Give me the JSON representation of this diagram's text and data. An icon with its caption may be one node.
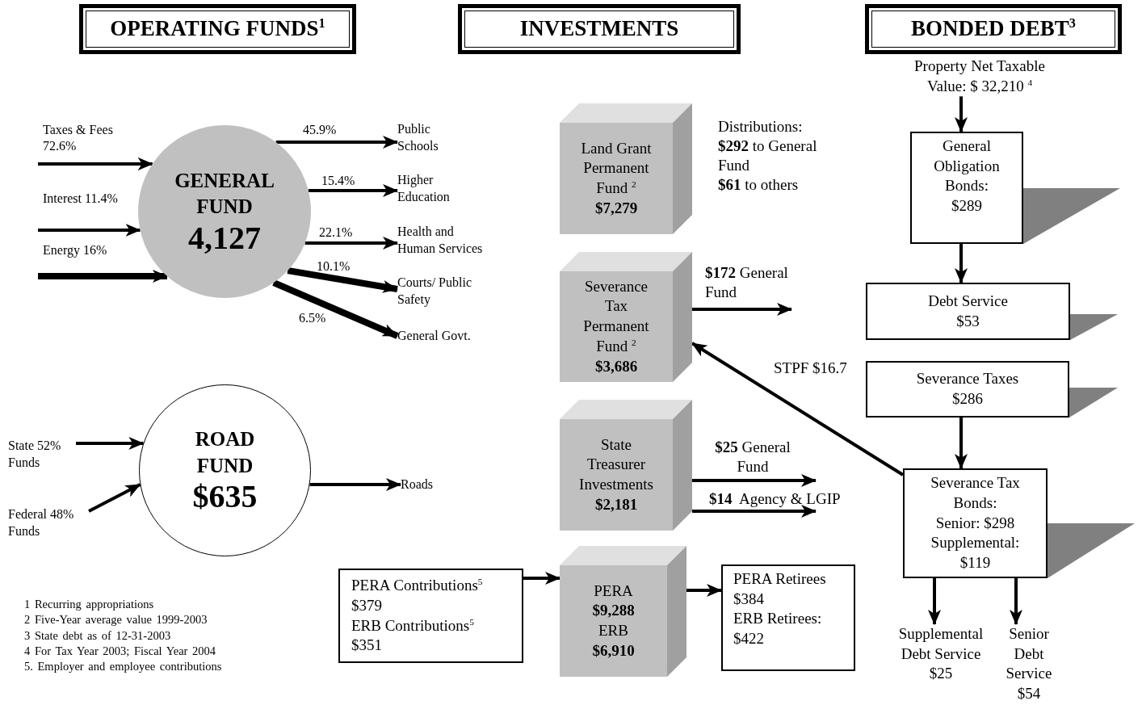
{
  "diagram": {
    "nodes": [
      {
        "text": [
          "OPERATING FUNDS$^{1}$"
        ]
      },
      {
        "text": [
          "INVESTMENTS"
        ]
      },
      {
        "text": [
          "BONDED DEBT$^{3}$"
        ]
      },
      {
        "text": [
          "GENERAL FUND",
          "4,127"
        ]
      },
      {
        "text": [
          "Public Schools"
        ]
      },
      {
        "text": [
          "Higher Education"
        ]
      },
      {
        "text": [
          "Health and Human Services"
        ]
      },
      {
        "text": [
          "Courts/ Public Safety"
        ]
      },
      {
        "text": [
          "General Govt."
        ]
      },
      {
        "text": [
          "ROAD FUND",
          "$635"
        ]
      },
      {
        "text": [
          "State 52% Funds"
        ]
      },
      {
        "text": [
          "Federal 48% Funds"
        ]
      },
      {
        "text": [
          "Roads"
        ]
      },
      {
        "text": [
          "Land Grant Permanent Fund $^{2}$",
          "$7,279"
        ],
        "beside": [
          "Distributions:",
          "**$292** to General Fund",
          "**$61** to others"
        ]
      },
      {
        "text": [
          "Severance Tax Permanent Fund $^{2}$",
          "$3,686"
        ]
      },
      {
        "text": [
          "State Treasurer Investments",
          "$2,181"
        ]
      },
      {
        "text": [
          "PERA",
          "$9,288",
          "ERB",
          "$6,910"
        ]
      },
      {
        "text": [
          "PERA Contributions$^{5}$",
          "$379",
          "ERB Contributions$^{5}$",
          "$351"
        ]
      },
      {
        "text": [
          "PERA Retirees",
          "$384",
          "ERB Retirees:",
          "$422"
        ]
      },
      {
        "text": [
          "Property Net Taxable Value: $ 32,210 $^{4}$"
        ]
      },
      {
        "text": [
          "General Obligation Bonds:",
          "$289"
        ]
      },
      {
        "text": [
          "Debt Service",
          "$53"
        ]
      },
      {
        "text": [
          "Severance Taxes",
          "$286"
        ]
      },
      {
        "text": [
          "Severance Tax Bonds:",
          "Senior: $298",
          "Supplemental: $119"
        ]
      },
      {
        "text": [
          "Supplemental Debt Service",
          "$25"
        ]
      },
      {
        "text": [
          "Senior Debt Service",
          "$54"
        ]
      }
    ],
    "edges": [
      {
        "from": null,
        "to": 3,
        "arrow": "to",
        "label": "Taxes & Fees 72.6%"
      },
      {
        "from": null,
        "to": 3,
        "arrow": "to",
        "label": "Interest 11.4%"
      },
      {
        "from": null,
        "to": 3,
        "arrow": "to",
        "label": "Energy 16%",
        "style": "thick"
      },
      {
        "from": 3,
        "to": 4,
        "arrow": "to",
        "label": "45.9%"
      },
      {
        "from": 3,
        "to": 5,
        "arrow": "to",
        "label": "15.4%"
      },
      {
        "from": 3,
        "to": 6,
        "arrow": "to",
        "label": "22.1%"
      },
      {
        "from": 3,
        "to": 7,
        "arrow": "to",
        "label": "10.1%",
        "style": "thick"
      },
      {
        "from": 3,
        "to": 8,
        "arrow": "to",
        "label": "6.5%",
        "style": "thick"
      },
      {
        "from": 10,
        "to": 9,
        "arrow": "to"
      },
      {
        "from": 11,
        "to": 9,
        "arrow": "to"
      },
      {
        "from": 9,
        "to": 12,
        "arrow": "to"
      },
      {
        "from": 14,
        "to": null,
        "arrow": "to",
        "label": "**$172** General Fund"
      },
      {
        "from": 23,
        "to": 14,
        "arrow": "to",
        "label": "STPF $16.7"
      },
      {
        "from": 15,
        "to": null,
        "arrow": "to",
        "label": "**$25** General Fund"
      },
      {
        "from": 15,
        "to": null,
        "arrow": "to",
        "label": "**$14**  Agency & LGIP"
      },
      {
        "from": 17,
        "to": 16,
        "arrow": "to"
      },
      {
        "from": 16,
        "to": 18,
        "arrow": "to"
      },
      {
        "from": 19,
        "to": 20,
        "arrow": "to"
      },
      {
        "from": 20,
        "to": 21,
        "arrow": "to"
      },
      {
        "from": 22,
        "to": 23,
        "arrow": "to"
      },
      {
        "from": 23,
        "to": 24,
        "arrow": "to"
      },
      {
        "from": 23,
        "to": 25,
        "arrow": "to"
      }
    ],
    "labels": [
      "1 Recurring appropriations",
      "2 Five-Year average value 1999-2003",
      "3 State debt as of 12-31-2003",
      "4 For Tax Year 2003; Fiscal Year 2004",
      "5. Employer and employee contributions"
    ]
  }
}
